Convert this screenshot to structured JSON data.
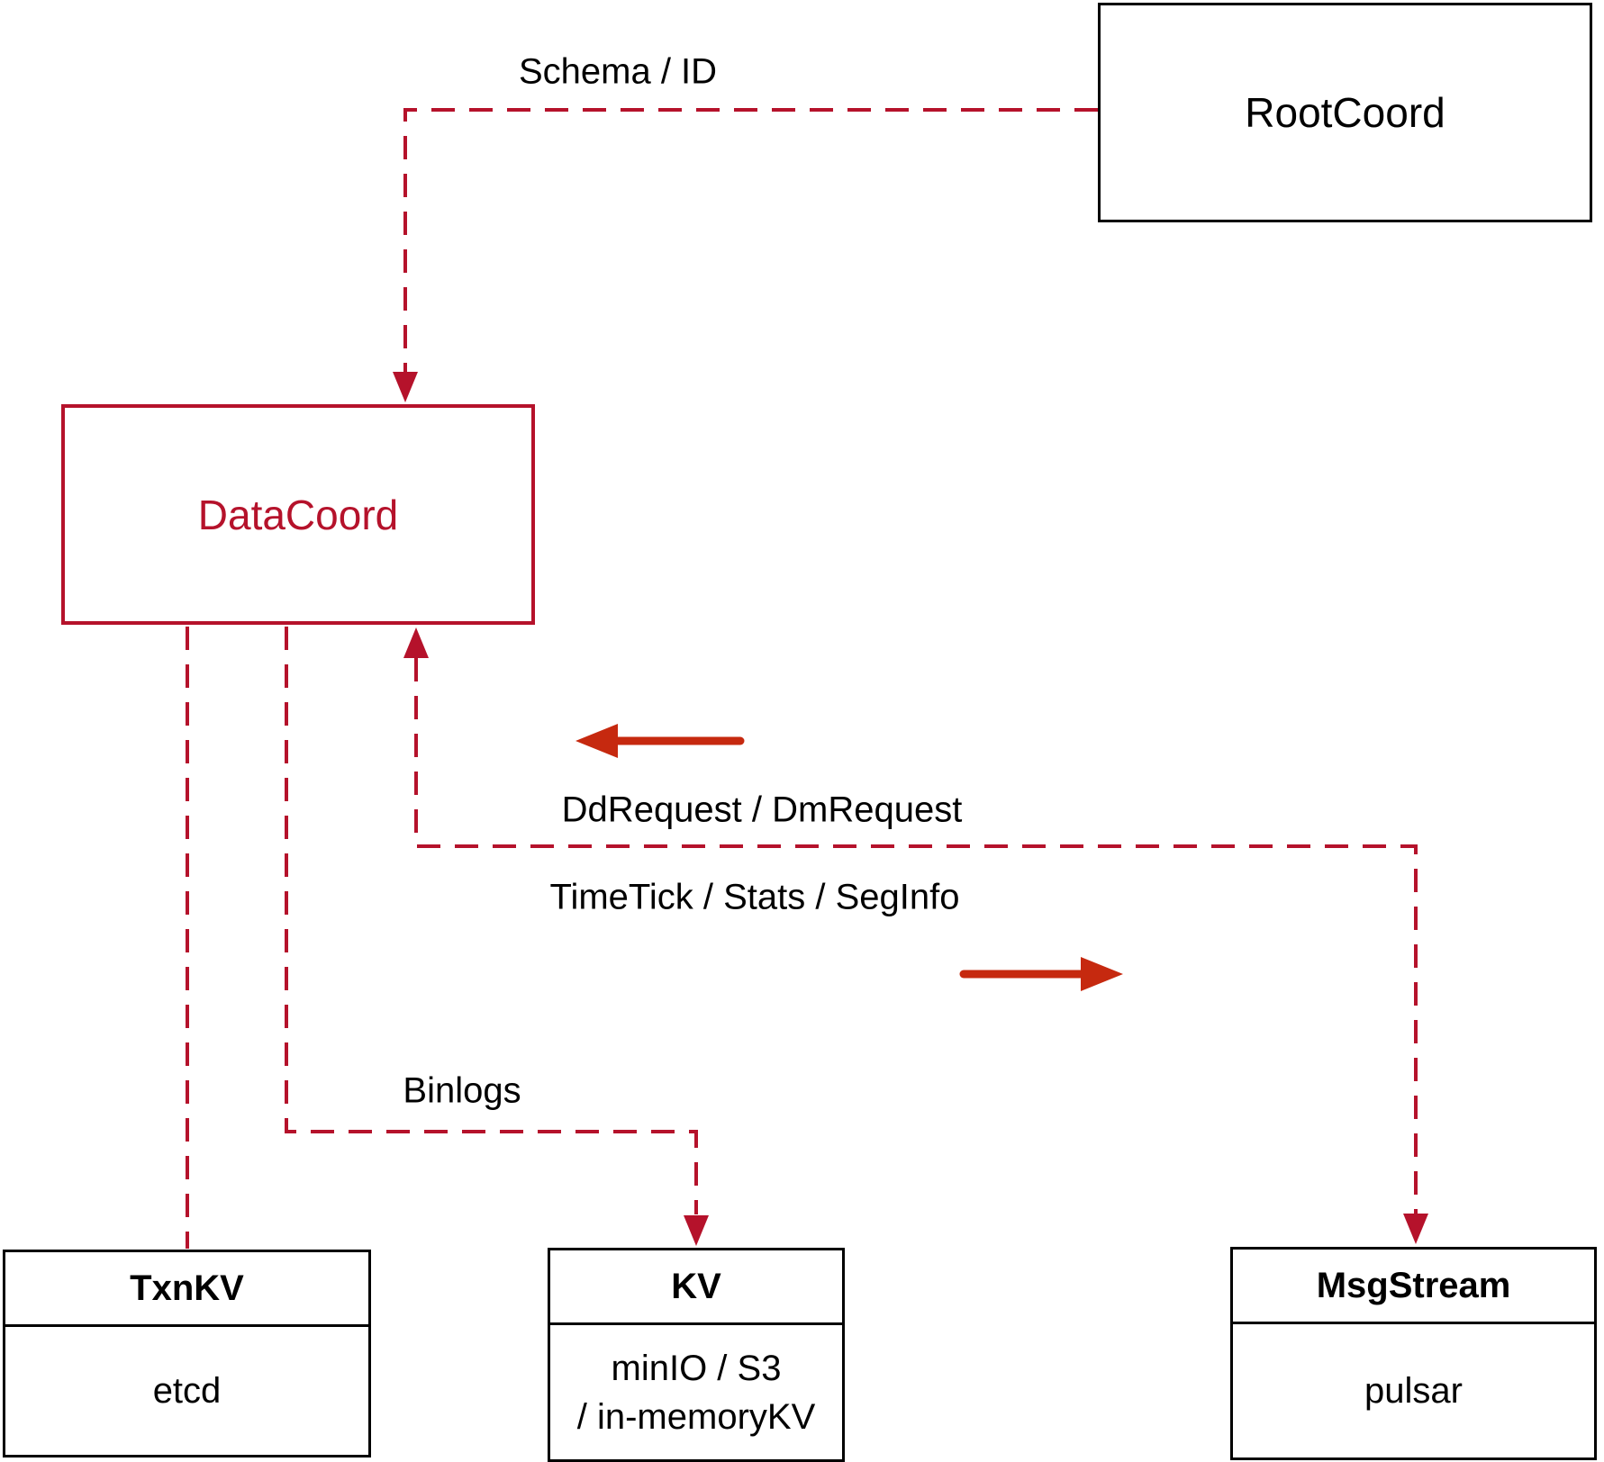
{
  "diagram": {
    "colors": {
      "dashed_red": "#b5122b",
      "solid_red": "#c6290f",
      "box_black": "#000000"
    },
    "nodes": {
      "rootcoord": {
        "label": "RootCoord"
      },
      "datacoord": {
        "label": "DataCoord"
      },
      "txnkv": {
        "title": "TxnKV",
        "body": "etcd"
      },
      "kv": {
        "title": "KV",
        "body_line1": "minIO / S3",
        "body_line2": "/ in-memoryKV"
      },
      "msgstream": {
        "title": "MsgStream",
        "body": "pulsar"
      }
    },
    "edge_labels": {
      "schema_id": "Schema / ID",
      "dd_request": "DdRequest / DmRequest",
      "time_tick": "TimeTick / Stats / SegInfo",
      "binlogs": "Binlogs"
    }
  }
}
